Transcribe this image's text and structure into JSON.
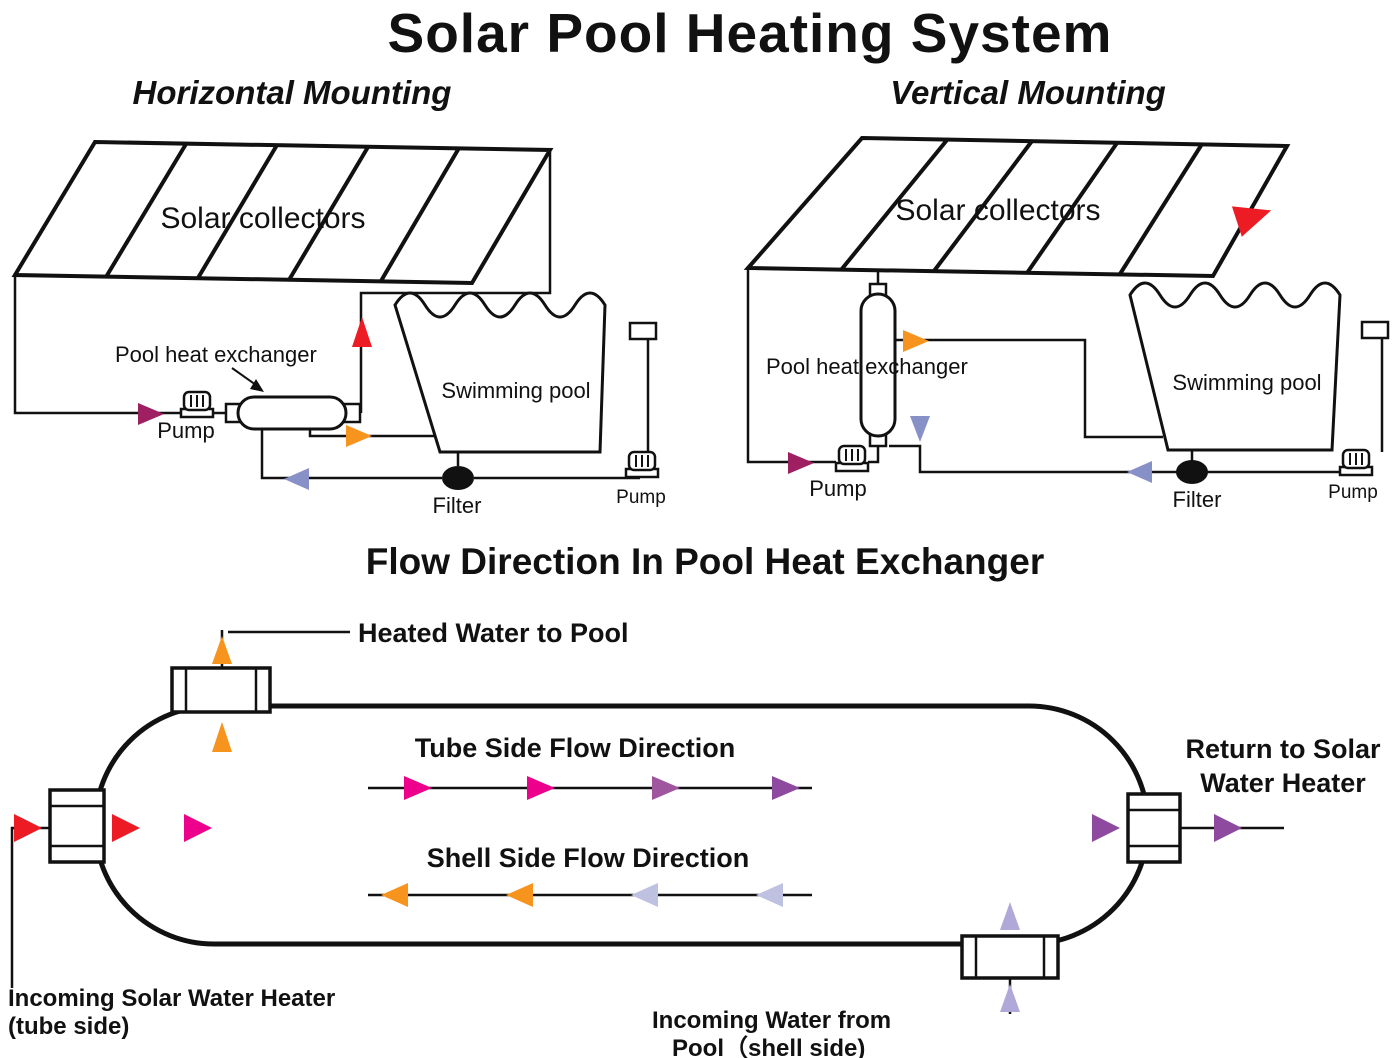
{
  "title": "Solar Pool Heating System",
  "sections": {
    "horizontal": {
      "heading": "Horizontal Mounting",
      "collectors": "Solar collectors",
      "exchanger": "Pool heat exchanger",
      "pump_left": "Pump",
      "pool": "Swimming pool",
      "filter": "Filter",
      "pump_right": "Pump"
    },
    "vertical": {
      "heading": "Vertical Mounting",
      "collectors": "Solar collectors",
      "exchanger": "Pool heat exchanger",
      "pump_left": "Pump",
      "pool": "Swimming pool",
      "filter": "Filter",
      "pump_right": "Pump"
    },
    "flow": {
      "heading": "Flow Direction  In Pool Heat Exchanger",
      "heated_water": "Heated Water to Pool",
      "tube_side": "Tube Side  Flow  Direction",
      "shell_side": "Shell Side Flow Direction",
      "return_1": "Return to Solar",
      "return_2": "Water Heater",
      "incoming_solar_1": "Incoming Solar Water Heater",
      "incoming_solar_2": "(tube side)",
      "incoming_pool_1": "Incoming Water from",
      "incoming_pool_2": "Pool（shell side)"
    }
  },
  "colors": {
    "title_green": "#00A14B",
    "collector_red": "#ED1C24",
    "arrow_red": "#ED1C24",
    "arrow_magenta": "#EC008C",
    "arrow_orange": "#F7941D",
    "arrow_maroon": "#9E2063",
    "arrow_slate": "#8890C8",
    "arrow_purple": "#8E4A9E",
    "arrow_plum": "#A0569F",
    "arrow_lavender": "#BEC1E0",
    "arrow_lilac": "#AFA8D8"
  }
}
